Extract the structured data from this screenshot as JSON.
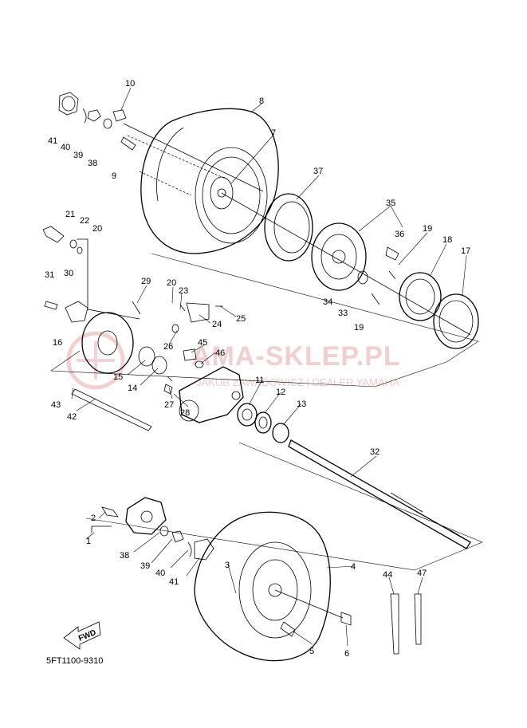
{
  "diagram_code": "5FT1100-9310",
  "watermark": {
    "main": "AMA-SKLEP.PL",
    "sub": "JAKUB ZAWADOWICZ | DEALER YAMAHA"
  },
  "fwd_label": "FWD",
  "parts": [
    {
      "id": "p1",
      "num": "1"
    },
    {
      "id": "p2",
      "num": "2"
    },
    {
      "id": "p3",
      "num": "3"
    },
    {
      "id": "p4",
      "num": "4"
    },
    {
      "id": "p5",
      "num": "5"
    },
    {
      "id": "p6",
      "num": "6"
    },
    {
      "id": "p7",
      "num": "7"
    },
    {
      "id": "p8",
      "num": "8"
    },
    {
      "id": "p9",
      "num": "9"
    },
    {
      "id": "p10",
      "num": "10"
    },
    {
      "id": "p11",
      "num": "11"
    },
    {
      "id": "p12",
      "num": "12"
    },
    {
      "id": "p13",
      "num": "13"
    },
    {
      "id": "p14",
      "num": "14"
    },
    {
      "id": "p15",
      "num": "15"
    },
    {
      "id": "p16",
      "num": "16"
    },
    {
      "id": "p17",
      "num": "17"
    },
    {
      "id": "p18",
      "num": "18"
    },
    {
      "id": "p19a",
      "num": "19"
    },
    {
      "id": "p19b",
      "num": "19"
    },
    {
      "id": "p20a",
      "num": "20"
    },
    {
      "id": "p20b",
      "num": "20"
    },
    {
      "id": "p21",
      "num": "21"
    },
    {
      "id": "p22",
      "num": "22"
    },
    {
      "id": "p23",
      "num": "23"
    },
    {
      "id": "p24",
      "num": "24"
    },
    {
      "id": "p25",
      "num": "25"
    },
    {
      "id": "p26",
      "num": "26"
    },
    {
      "id": "p27",
      "num": "27"
    },
    {
      "id": "p28",
      "num": "28"
    },
    {
      "id": "p29",
      "num": "29"
    },
    {
      "id": "p30",
      "num": "30"
    },
    {
      "id": "p31",
      "num": "31"
    },
    {
      "id": "p32",
      "num": "32"
    },
    {
      "id": "p33",
      "num": "33"
    },
    {
      "id": "p34",
      "num": "34"
    },
    {
      "id": "p35",
      "num": "35"
    },
    {
      "id": "p36",
      "num": "36"
    },
    {
      "id": "p37",
      "num": "37"
    },
    {
      "id": "p38a",
      "num": "38"
    },
    {
      "id": "p38b",
      "num": "38"
    },
    {
      "id": "p39a",
      "num": "39"
    },
    {
      "id": "p39b",
      "num": "39"
    },
    {
      "id": "p40a",
      "num": "40"
    },
    {
      "id": "p40b",
      "num": "40"
    },
    {
      "id": "p41a",
      "num": "41"
    },
    {
      "id": "p41b",
      "num": "41"
    },
    {
      "id": "p42",
      "num": "42"
    },
    {
      "id": "p43",
      "num": "43"
    },
    {
      "id": "p44",
      "num": "44"
    },
    {
      "id": "p45",
      "num": "45"
    },
    {
      "id": "p46",
      "num": "46"
    },
    {
      "id": "p47",
      "num": "47"
    }
  ]
}
